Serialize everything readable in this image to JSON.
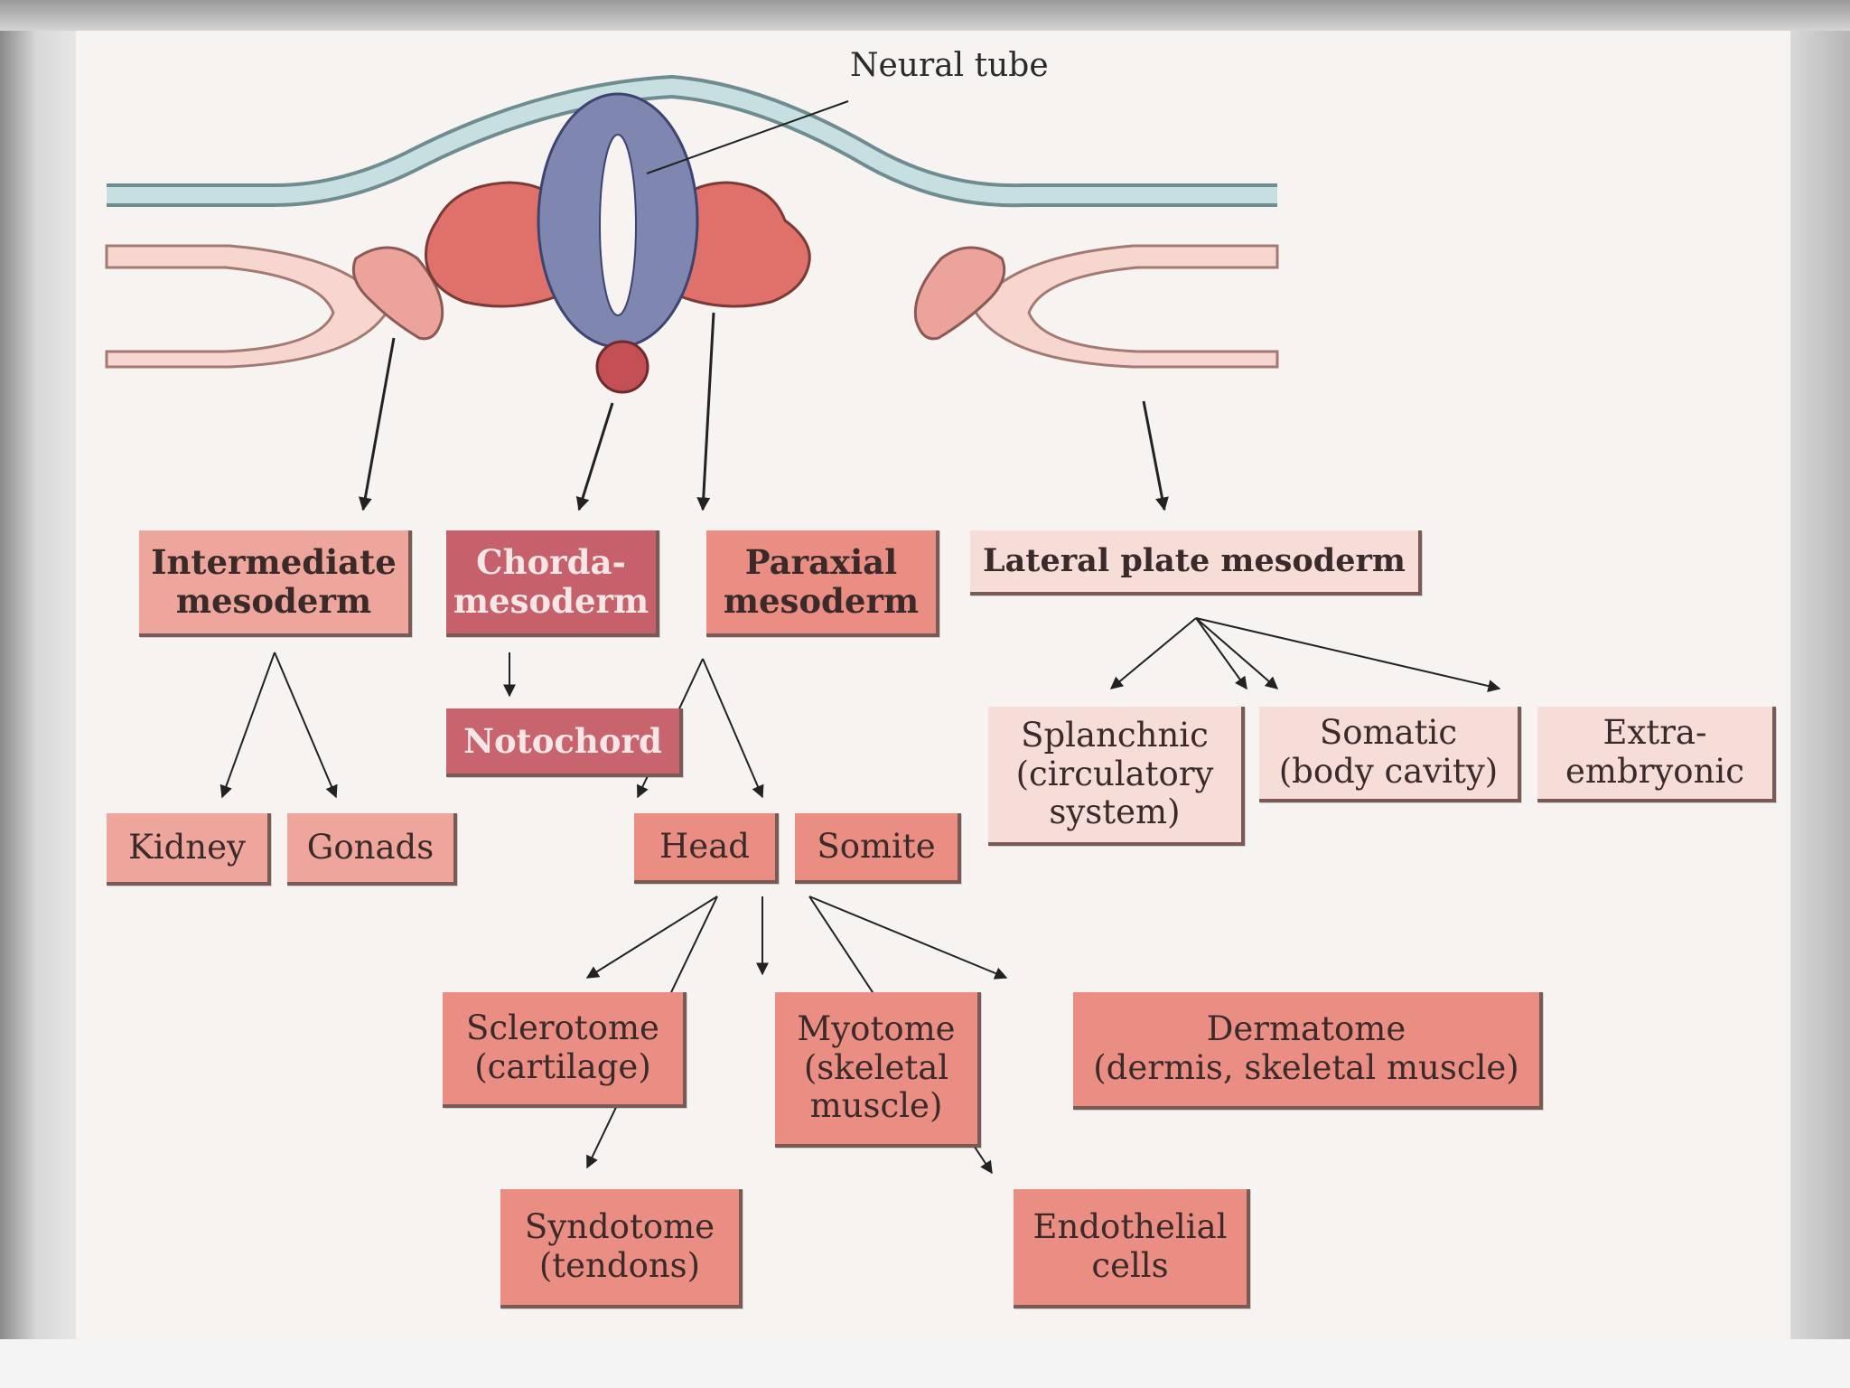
{
  "diagram": {
    "neural_tube_label": "Neural tube",
    "intermediate": "Intermediate\nmesoderm",
    "chorda": "Chorda-\nmesoderm",
    "paraxial": "Paraxial\nmesoderm",
    "lateral": "Lateral plate mesoderm",
    "notochord": "Notochord",
    "kidney": "Kidney",
    "gonads": "Gonads",
    "head": "Head",
    "somite": "Somite",
    "splanchnic": "Splanchnic\n(circulatory\nsystem)",
    "somatic": "Somatic\n(body cavity)",
    "extra": "Extra-\nembryonic",
    "sclerotome": "Sclerotome\n(cartilage)",
    "myotome": "Myotome\n(skeletal\nmuscle)",
    "dermatome": "Dermatome\n(dermis, skeletal muscle)",
    "syndotome": "Syndotome\n(tendons)",
    "endothelial": "Endothelial\ncells"
  },
  "colors": {
    "neural_tube": "#7f86b0",
    "somite_red": "#e0706a",
    "intermediate_pink": "#eba39b",
    "notochord": "#c25055",
    "ectoderm": "#c6dcdf",
    "lateral_plate": "#f6d6ce"
  }
}
